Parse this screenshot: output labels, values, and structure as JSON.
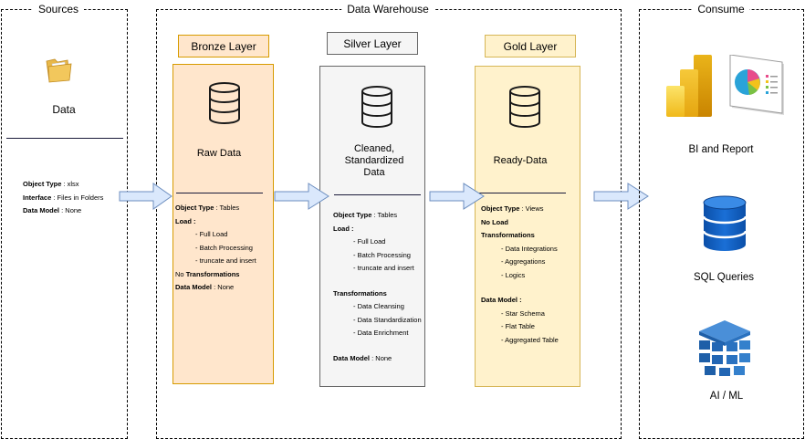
{
  "sections": {
    "sources": "Sources",
    "warehouse": "Data Warehouse",
    "consume": "Consume"
  },
  "sources": {
    "data_label": "Data",
    "info": [
      {
        "key": "Object Type",
        "value": "xlsx"
      },
      {
        "key": "Interface",
        "value": "Files in Folders"
      },
      {
        "key": "Data Model",
        "value": "None"
      }
    ]
  },
  "bronze": {
    "tag": "Bronze Layer",
    "title": "Raw Data",
    "object_type_key": "Object Type",
    "object_type_value": "Tables",
    "load_key": "Load :",
    "load_items": [
      "Full Load",
      "Batch Processing",
      "truncate and insert"
    ],
    "no_text": "No",
    "transformations_key": "Transformations",
    "data_model_key": "Data Model",
    "data_model_value": "None"
  },
  "silver": {
    "tag": "Silver Layer",
    "title": "Cleaned, Standardized Data",
    "object_type_key": "Object Type",
    "object_type_value": "Tables",
    "load_key": "Load :",
    "load_items": [
      "Full Load",
      "Batch Processing",
      "truncate and insert"
    ],
    "transformations_key": "Transformations",
    "transformation_items": [
      "Data Cleansing",
      "Data Standardization",
      "Data Enrichment"
    ],
    "data_model_key": "Data Model",
    "data_model_value": "None"
  },
  "gold": {
    "tag": "Gold Layer",
    "title": "Ready-Data",
    "object_type_key": "Object Type",
    "object_type_value": "Views",
    "no_load": "No Load",
    "transformations_key": "Transformations",
    "transformation_items": [
      "Data Integrations",
      "Aggregations",
      "Logics"
    ],
    "data_model_key": "Data Model :",
    "data_model_items": [
      "Star Schema",
      "Flat Table",
      "Aggregated Table"
    ]
  },
  "consume": {
    "bi_label": "BI and Report",
    "sql_label": "SQL Queries",
    "ai_label": "AI / ML"
  },
  "colors": {
    "bronze_fill": "#FFE6CC",
    "bronze_border": "#D79B00",
    "silver_fill": "#F5F5F5",
    "silver_border": "#666666",
    "gold_fill": "#FFF2CC",
    "gold_border": "#D6B656",
    "arrow_fill": "#DAE8FC",
    "arrow_stroke": "#6C8EBF"
  }
}
